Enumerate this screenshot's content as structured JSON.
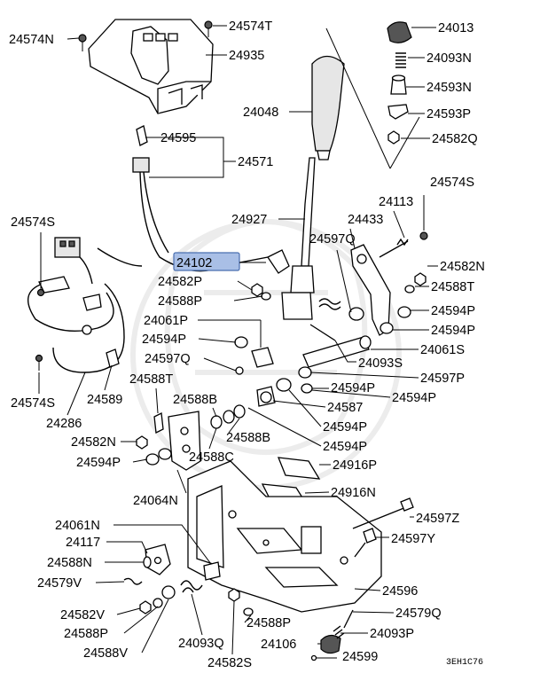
{
  "labels": [
    {
      "id": "l-24574N-a",
      "text": "24574N"
    },
    {
      "id": "l-24574T",
      "text": "24574T"
    },
    {
      "id": "l-24013",
      "text": "24013"
    },
    {
      "id": "l-24935",
      "text": "24935"
    },
    {
      "id": "l-24093N-a",
      "text": "24093N"
    },
    {
      "id": "l-24048",
      "text": "24048"
    },
    {
      "id": "l-24593N",
      "text": "24593N"
    },
    {
      "id": "l-24593P",
      "text": "24593P"
    },
    {
      "id": "l-24595",
      "text": "24595"
    },
    {
      "id": "l-24582Q",
      "text": "24582Q"
    },
    {
      "id": "l-24571",
      "text": "24571"
    },
    {
      "id": "l-24574S-a",
      "text": "24574S"
    },
    {
      "id": "l-24113",
      "text": "24113"
    },
    {
      "id": "l-24927",
      "text": "24927"
    },
    {
      "id": "l-24433",
      "text": "24433"
    },
    {
      "id": "l-24574S-b",
      "text": "24574S"
    },
    {
      "id": "l-24597Q-a",
      "text": "24597Q"
    },
    {
      "id": "l-24102",
      "text": "24102"
    },
    {
      "id": "l-24582N-a",
      "text": "24582N"
    },
    {
      "id": "l-24582P-a",
      "text": "24582P"
    },
    {
      "id": "l-24588T-a",
      "text": "24588T"
    },
    {
      "id": "l-24588P-a",
      "text": "24588P"
    },
    {
      "id": "l-24594P-a",
      "text": "24594P"
    },
    {
      "id": "l-24061P",
      "text": "24061P"
    },
    {
      "id": "l-24594P-b",
      "text": "24594P"
    },
    {
      "id": "l-24594P-c",
      "text": "24594P"
    },
    {
      "id": "l-24061S",
      "text": "24061S"
    },
    {
      "id": "l-24597Q-b",
      "text": "24597Q"
    },
    {
      "id": "l-24093S",
      "text": "24093S"
    },
    {
      "id": "l-24597P",
      "text": "24597P"
    },
    {
      "id": "l-24574S-c",
      "text": "24574S"
    },
    {
      "id": "l-24588T-b",
      "text": "24588T"
    },
    {
      "id": "l-24594P-d",
      "text": "24594P"
    },
    {
      "id": "l-24594P-e",
      "text": "24594P"
    },
    {
      "id": "l-24589",
      "text": "24589"
    },
    {
      "id": "l-24588B-a",
      "text": "24588B"
    },
    {
      "id": "l-24587",
      "text": "24587"
    },
    {
      "id": "l-24286",
      "text": "24286"
    },
    {
      "id": "l-24594P-f",
      "text": "24594P"
    },
    {
      "id": "l-24582N-b",
      "text": "24582N"
    },
    {
      "id": "l-24588B-b",
      "text": "24588B"
    },
    {
      "id": "l-24594P-g",
      "text": "24594P"
    },
    {
      "id": "l-24594P-h",
      "text": "24594P"
    },
    {
      "id": "l-24588C",
      "text": "24588C"
    },
    {
      "id": "l-24916P",
      "text": "24916P"
    },
    {
      "id": "l-24064N",
      "text": "24064N"
    },
    {
      "id": "l-24916N",
      "text": "24916N"
    },
    {
      "id": "l-24061N",
      "text": "24061N"
    },
    {
      "id": "l-24597Z",
      "text": "24597Z"
    },
    {
      "id": "l-24117",
      "text": "24117"
    },
    {
      "id": "l-24597Y",
      "text": "24597Y"
    },
    {
      "id": "l-24588N",
      "text": "24588N"
    },
    {
      "id": "l-24579V",
      "text": "24579V"
    },
    {
      "id": "l-24596",
      "text": "24596"
    },
    {
      "id": "l-24582V",
      "text": "24582V"
    },
    {
      "id": "l-24579Q",
      "text": "24579Q"
    },
    {
      "id": "l-24588P-b",
      "text": "24588P"
    },
    {
      "id": "l-24093Q",
      "text": "24093Q"
    },
    {
      "id": "l-24588P-c",
      "text": "24588P"
    },
    {
      "id": "l-24106",
      "text": "24106"
    },
    {
      "id": "l-24093P",
      "text": "24093P"
    },
    {
      "id": "l-24588V",
      "text": "24588V"
    },
    {
      "id": "l-24582S",
      "text": "24582S"
    },
    {
      "id": "l-24599",
      "text": "24599"
    }
  ],
  "highlight_label_id": "l-24102",
  "diagram_code": "3EH1C76",
  "colors": {
    "highlight_fill": "#a9bfe6",
    "highlight_stroke": "#4a6fb0",
    "line": "#000000"
  }
}
